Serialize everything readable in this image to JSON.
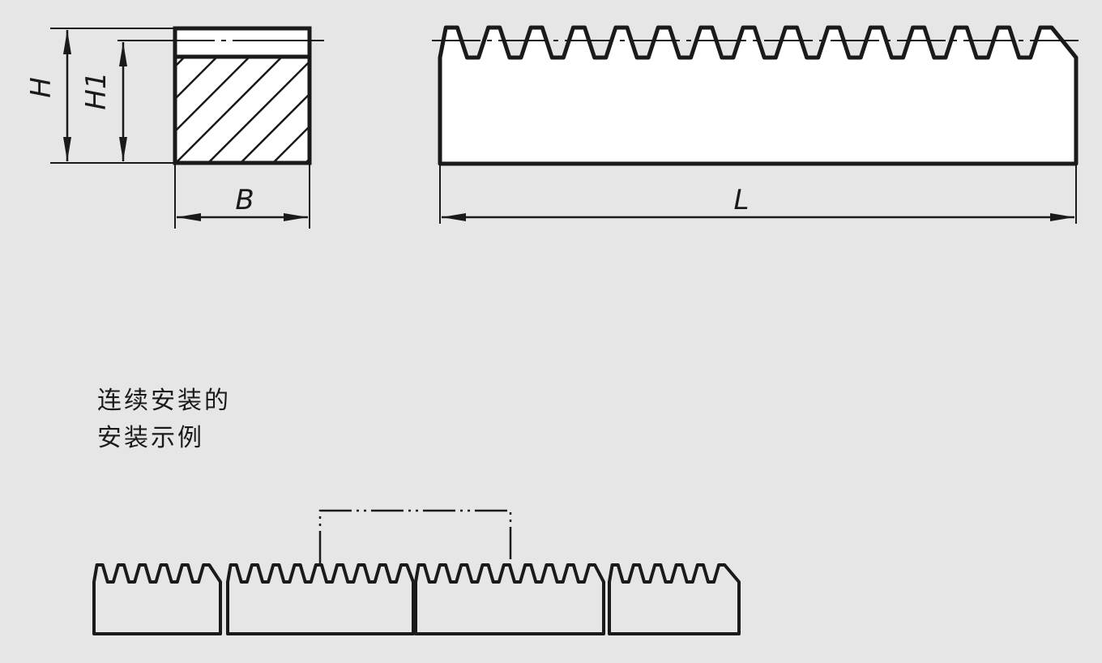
{
  "labels": {
    "H": "H",
    "H1": "H1",
    "B": "B",
    "L": "L"
  },
  "note": {
    "line1": "连续安装的",
    "line2": "安装示例"
  },
  "colors": {
    "background": "#e6e6e6",
    "ink": "#1a1a1a",
    "fill": "#ffffff"
  }
}
